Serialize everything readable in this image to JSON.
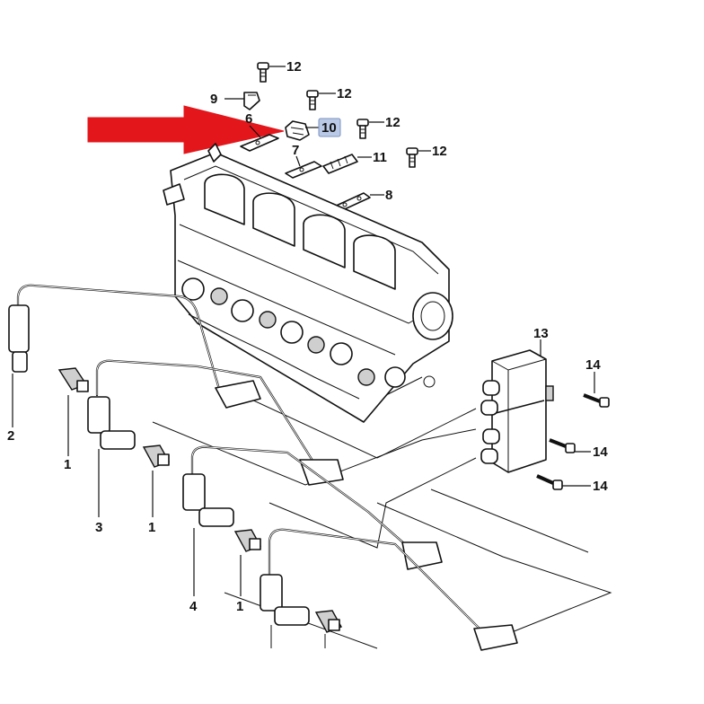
{
  "callouts": {
    "c12a": "12",
    "c12b": "12",
    "c12c": "12",
    "c12d": "12",
    "c9": "9",
    "c6": "6",
    "c10": "10",
    "c7": "7",
    "c11": "11",
    "c8": "8",
    "c13": "13",
    "c14a": "14",
    "c14b": "14",
    "c14c": "14",
    "c2": "2",
    "c1a": "1",
    "c3": "3",
    "c1b": "1",
    "c4": "4",
    "c1c": "1"
  },
  "highlight": {
    "callout": "10",
    "color": "#b9c9e6",
    "arrow_color": "#e3161b"
  },
  "colors": {
    "line": "#111111",
    "background": "#ffffff"
  }
}
